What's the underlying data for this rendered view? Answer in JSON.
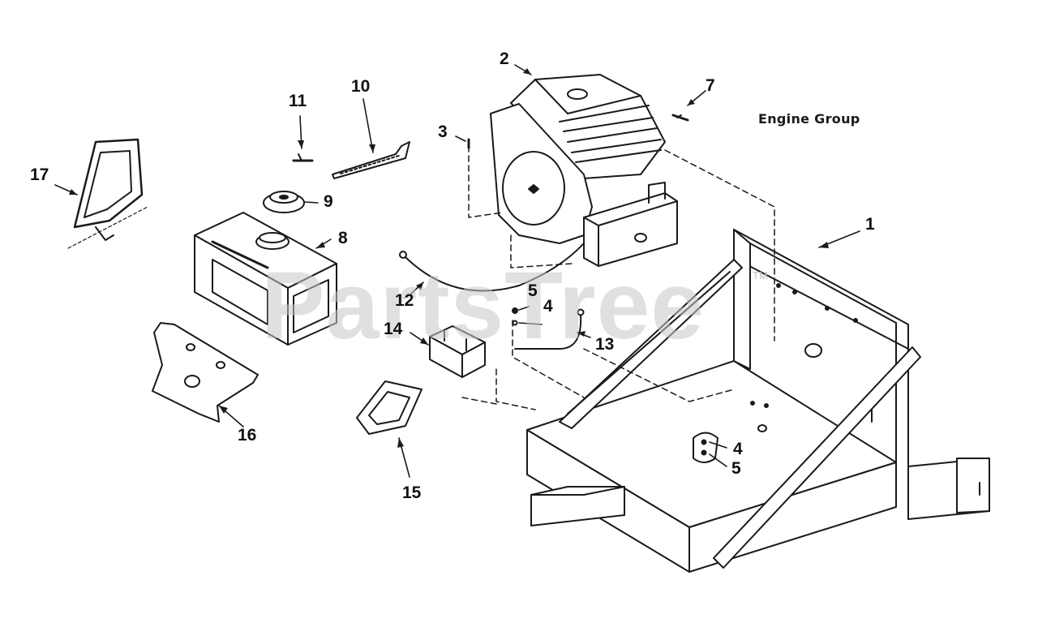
{
  "caption": "Engine Group",
  "watermark": {
    "text": "PartsTree",
    "mark": "TM"
  },
  "callouts": {
    "c1": "1",
    "c2": "2",
    "c3": "3",
    "c4a": "4",
    "c5a": "5",
    "c4b": "4",
    "c5b": "5",
    "c7": "7",
    "c8": "8",
    "c9": "9",
    "c10": "10",
    "c11": "11",
    "c12": "12",
    "c13": "13",
    "c14": "14",
    "c15": "15",
    "c16": "16",
    "c17": "17"
  },
  "colors": {
    "line": "#1a1a1a",
    "watermark": "#c8c8c8",
    "background": "#ffffff"
  }
}
